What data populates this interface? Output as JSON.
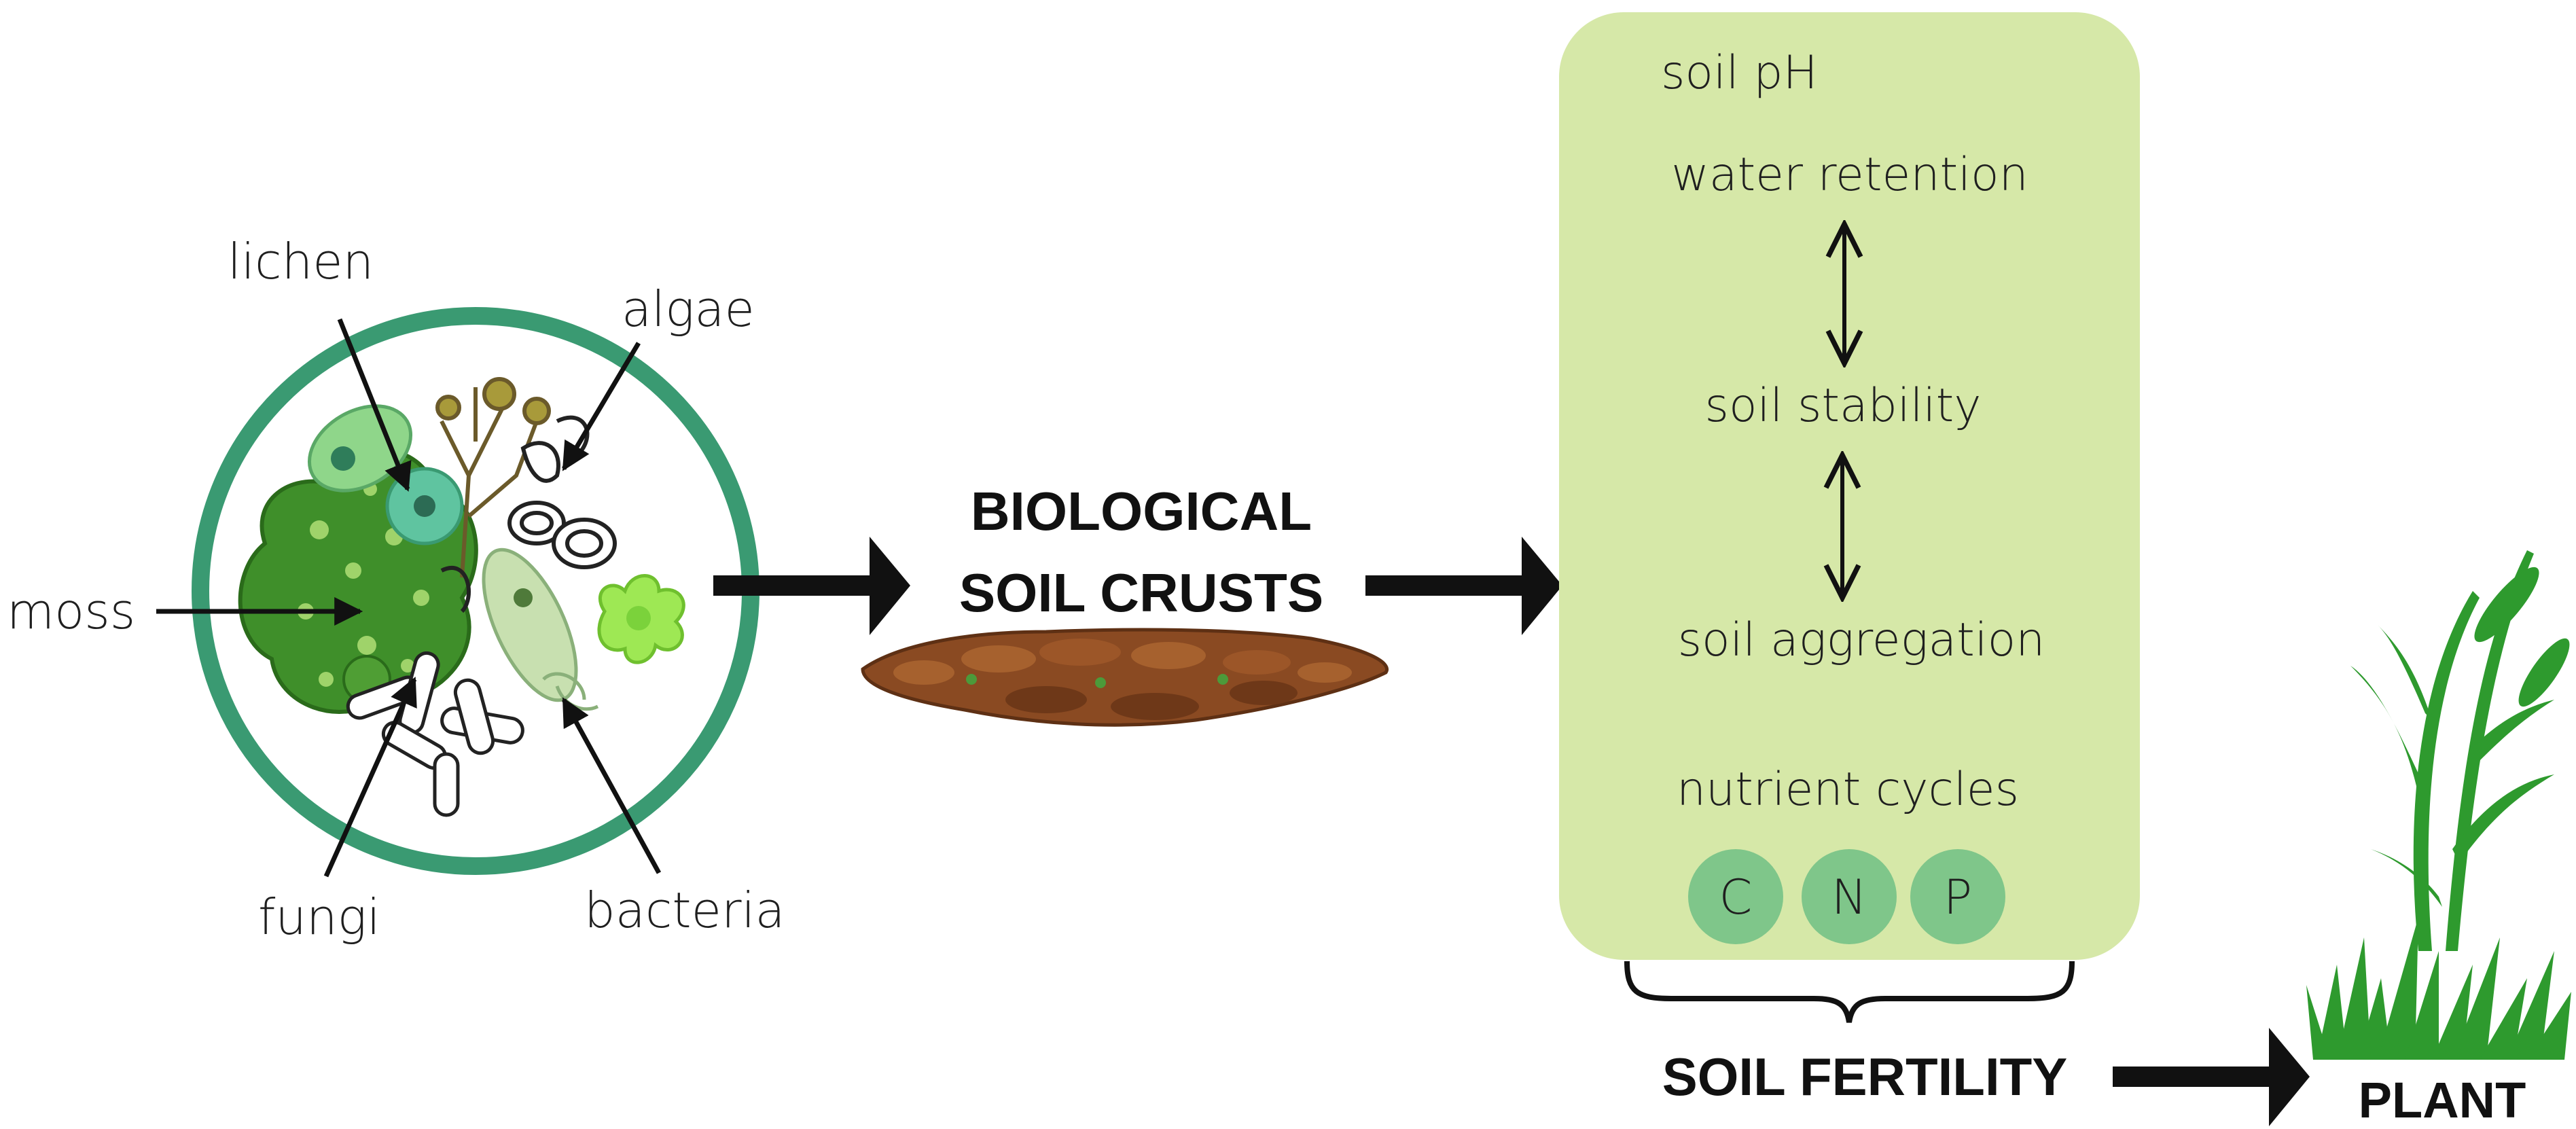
{
  "organisms": {
    "lichen": "lichen",
    "algae": "algae",
    "moss": "moss",
    "fungi": "fungi",
    "bacteria": "bacteria"
  },
  "crust_label": {
    "line1": "BIOLOGICAL",
    "line2": "SOIL CRUSTS"
  },
  "properties": {
    "ph": "soil pH",
    "water": "water retention",
    "stability": "soil stability",
    "aggregation": "soil aggregation",
    "nutrients": "nutrient cycles",
    "elements": [
      "C",
      "N",
      "P"
    ]
  },
  "fertility_label": "SOIL FERTILITY",
  "plant_label": "PLANT",
  "colors": {
    "panel": "#d6e8a8",
    "circle_ring": "#3a9a72",
    "nutrient_circle": "#7fc68a",
    "moss": "#3f8f2a",
    "plant": "#2e9a2e",
    "soil": "#8a4a22"
  }
}
